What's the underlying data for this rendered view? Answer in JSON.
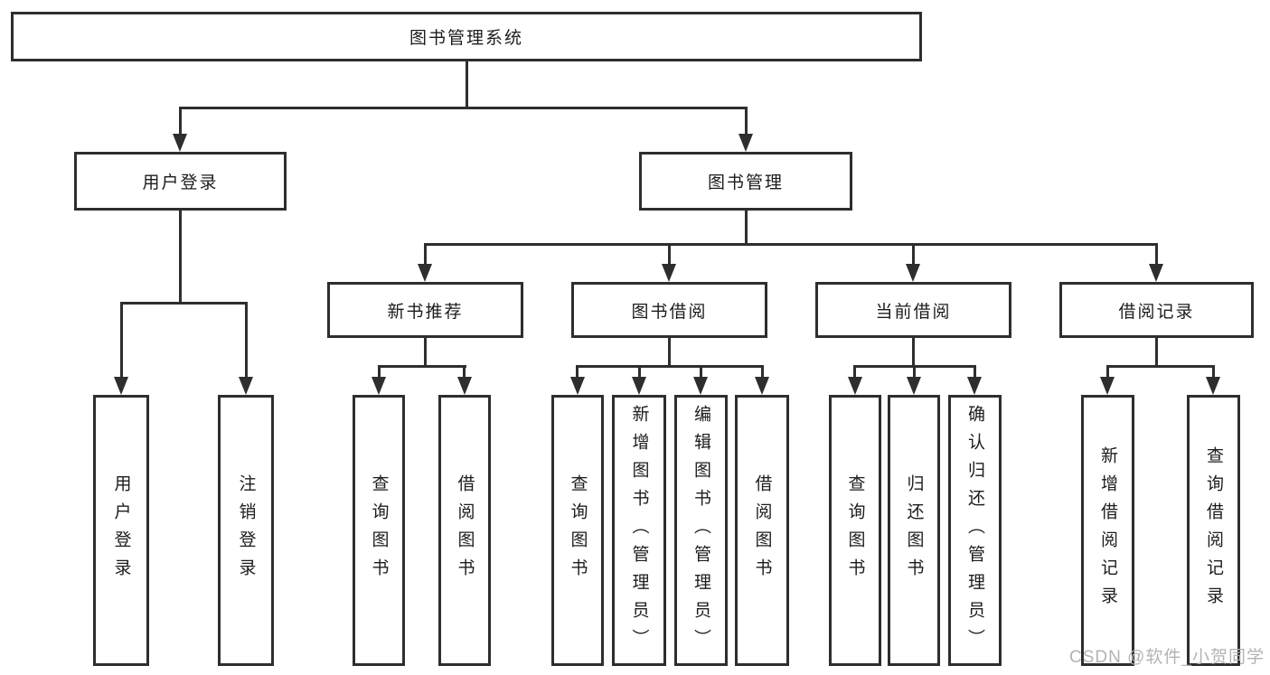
{
  "diagram": {
    "root_label": "图书管理系统",
    "level2": [
      {
        "label": "用户登录",
        "children": [
          {
            "label": "用户登录"
          },
          {
            "label": "注销登录"
          }
        ]
      },
      {
        "label": "图书管理",
        "groups": [
          {
            "label": "新书推荐",
            "children": [
              {
                "label": "查询图书"
              },
              {
                "label": "借阅图书"
              }
            ]
          },
          {
            "label": "图书借阅",
            "children": [
              {
                "label": "查询图书"
              },
              {
                "label": "新增图书（管理员）"
              },
              {
                "label": "编辑图书（管理员）"
              },
              {
                "label": "借阅图书"
              }
            ]
          },
          {
            "label": "当前借阅",
            "children": [
              {
                "label": "查询图书"
              },
              {
                "label": "归还图书"
              },
              {
                "label": "确认归还（管理员）"
              }
            ]
          },
          {
            "label": "借阅记录",
            "children": [
              {
                "label": "新增借阅记录"
              },
              {
                "label": "查询借阅记录"
              }
            ]
          }
        ]
      }
    ],
    "watermark": "CSDN @软件_小贺同学",
    "colors": {
      "line": "#2e2e2e",
      "box_border": "#2e2e2e",
      "text": "#1c1c1c",
      "watermark": "#afafaf",
      "background": "#ffffff"
    }
  }
}
